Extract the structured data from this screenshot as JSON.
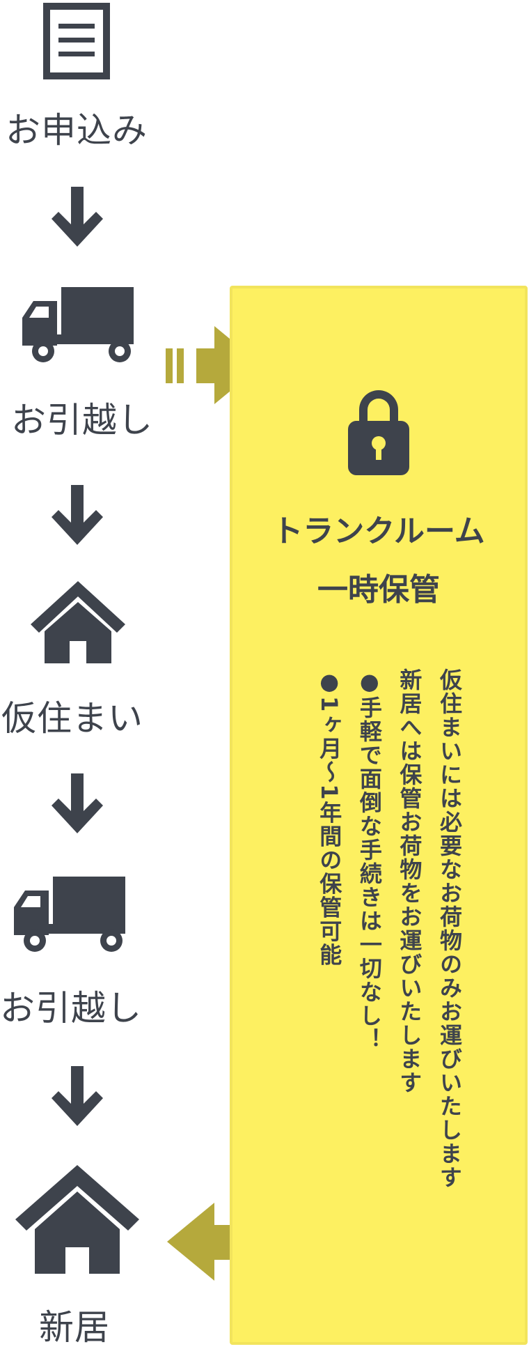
{
  "flow": {
    "steps": [
      {
        "label": "お申込み",
        "icon": "document-icon"
      },
      {
        "label": "お引越し",
        "icon": "truck-icon"
      },
      {
        "label": "仮住まい",
        "icon": "house-icon"
      },
      {
        "label": "お引越し",
        "icon": "truck-icon"
      },
      {
        "label": "新居",
        "icon": "house-icon"
      }
    ]
  },
  "storage": {
    "icon": "lock-icon",
    "title_line1": "トランクルーム",
    "title_line2": "一時保管",
    "lines": [
      "仮住まいには必要なお荷物のみお運びいたします",
      "新居へは保管お荷物をお運びいたします",
      "●手軽で面倒な手続きは一切なし！",
      "●1ヶ月〜1年間の保管可能"
    ]
  },
  "colors": {
    "icon": "#3e434c",
    "panel_fill": "#fdf061",
    "panel_border": "#f2e45c",
    "arrow_accent": "#b5a93c"
  }
}
